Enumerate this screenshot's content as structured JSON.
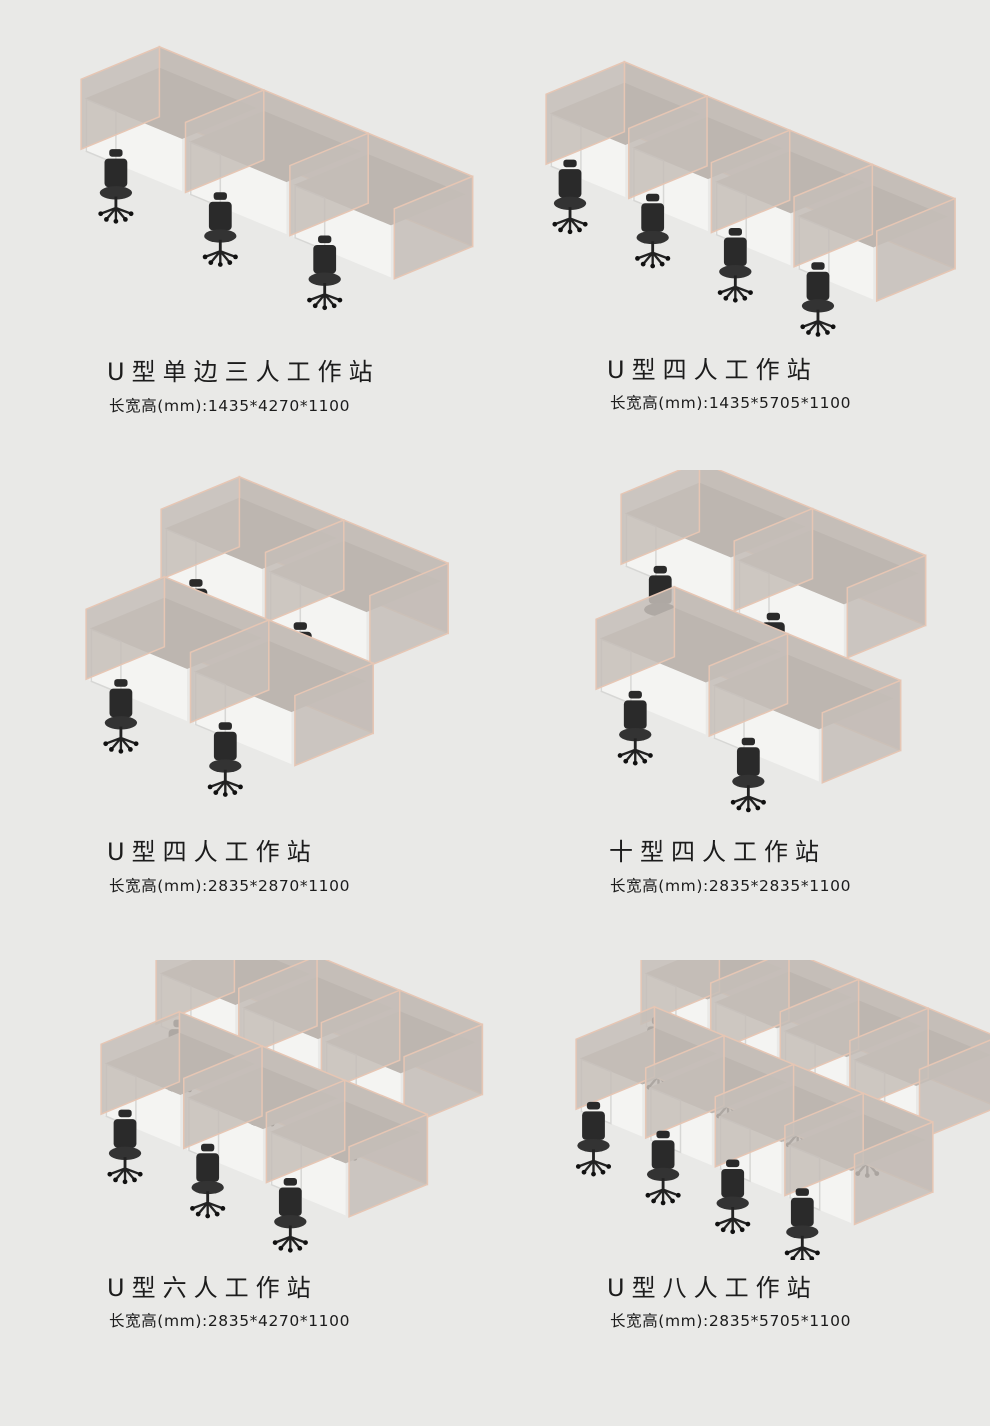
{
  "products": [
    {
      "title": "U型单边三人工作站",
      "spec": "长宽高(mm):1435*4270*1100",
      "layout": "single-3"
    },
    {
      "title": "U型四人工作站",
      "spec": "长宽高(mm):1435*5705*1100",
      "layout": "single-4"
    },
    {
      "title": "U型四人工作站",
      "spec": "长宽高(mm):2835*2870*1100",
      "layout": "double-4"
    },
    {
      "title": "十型四人工作站",
      "spec": "长宽高(mm):2835*2835*1100",
      "layout": "cross-4"
    },
    {
      "title": "U型六人工作站",
      "spec": "长宽高(mm):2835*4270*1100",
      "layout": "double-6"
    },
    {
      "title": "U型八人工作站",
      "spec": "长宽高(mm):2835*5705*1100",
      "layout": "double-8"
    }
  ],
  "colors": {
    "background": "#e9e9e7",
    "partition": "#c5beb8",
    "desktop": "#bdb6b0",
    "frame": "#e6c6b4",
    "cabinet": "#f4f4f2",
    "chair": "#2a2a2a"
  }
}
